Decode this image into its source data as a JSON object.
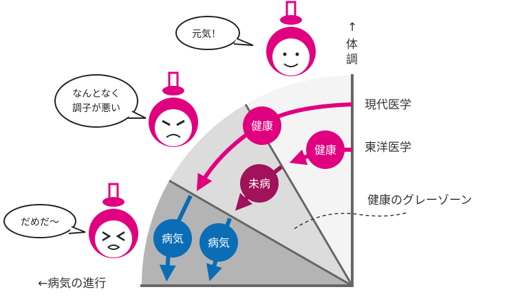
{
  "axis": {
    "vertical_arrow": "↑",
    "vertical_label": [
      "体",
      "調"
    ],
    "horizontal_label": "←病気の進行"
  },
  "legend": {
    "modern": "現代医学",
    "eastern": "東洋医学",
    "gray_zone": "健康のグレーゾーン"
  },
  "nodes": {
    "health_modern": "健康",
    "health_eastern": "健康",
    "mibyo": "未病",
    "sick1": "病気",
    "sick2": "病気"
  },
  "bubbles": {
    "genki": "元気！",
    "unwell_line1": "なんとなく",
    "unwell_line2": "調子が悪い",
    "dame": "だめだ〜"
  },
  "colors": {
    "pink": "#e0007f",
    "purple": "#a0125a",
    "blue": "#0a6db5"
  }
}
